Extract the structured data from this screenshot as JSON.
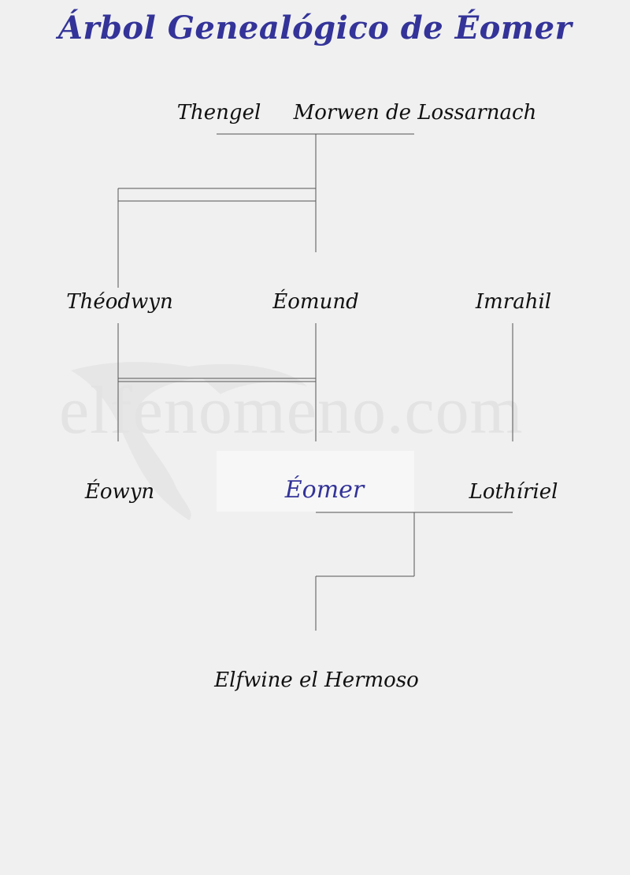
{
  "title": "Árbol Genealógico de Éomer",
  "watermark": "elfenomeno.com",
  "colors": {
    "accent": "#333399",
    "background": "#f0f0f0",
    "line": "#555555"
  },
  "people": {
    "thengel": "Thengel",
    "morwen": "Morwen de Lossarnach",
    "theodwyn": "Théodwyn",
    "eomund": "Éomund",
    "imrahil": "Imrahil",
    "eowyn": "Éowyn",
    "eomer": "Éomer",
    "lothiriel": "Lothíriel",
    "elfwine": "Elfwine el Hermoso"
  }
}
